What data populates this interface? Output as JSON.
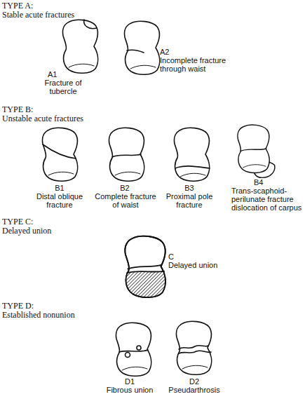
{
  "diagram": {
    "labels": [
      "TYPE A:",
      "Stable acute fractures",
      "A1",
      "Fracture of tubercle",
      "A2",
      "Incomplete fracture through waist",
      "TYPE B:",
      "Unstable acute fractures",
      "B1",
      "Distal oblique fracture",
      "B2",
      "Complete fracture of waist",
      "B3",
      "Proximal pole fracture",
      "B4",
      "Trans-scaphoid-perilunate fracture dislocation of carpus",
      "TYPE C:",
      "Delayed union",
      "C",
      "Delayed union",
      "TYPE D:",
      "Established nonunion",
      "D1",
      "Fibrous union",
      "D2",
      "Pseudarthrosis"
    ]
  }
}
